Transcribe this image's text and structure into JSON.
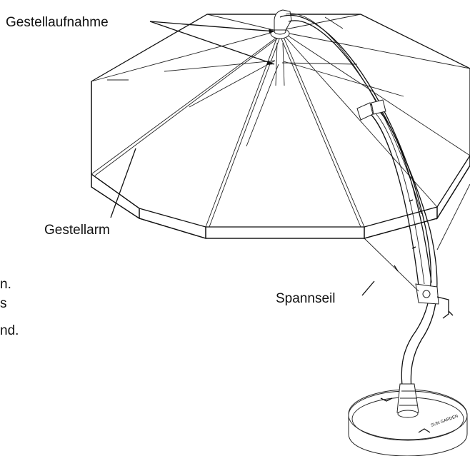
{
  "labels": {
    "frame_mount": "Gestellaufnahme",
    "frame_arm": "Gestellarm",
    "tension_cable": "Spannseil"
  },
  "cropped_text": {
    "line1": "n.",
    "line2": "s",
    "line3": "nd."
  },
  "base_logo_text": "SUN GARDEN"
}
